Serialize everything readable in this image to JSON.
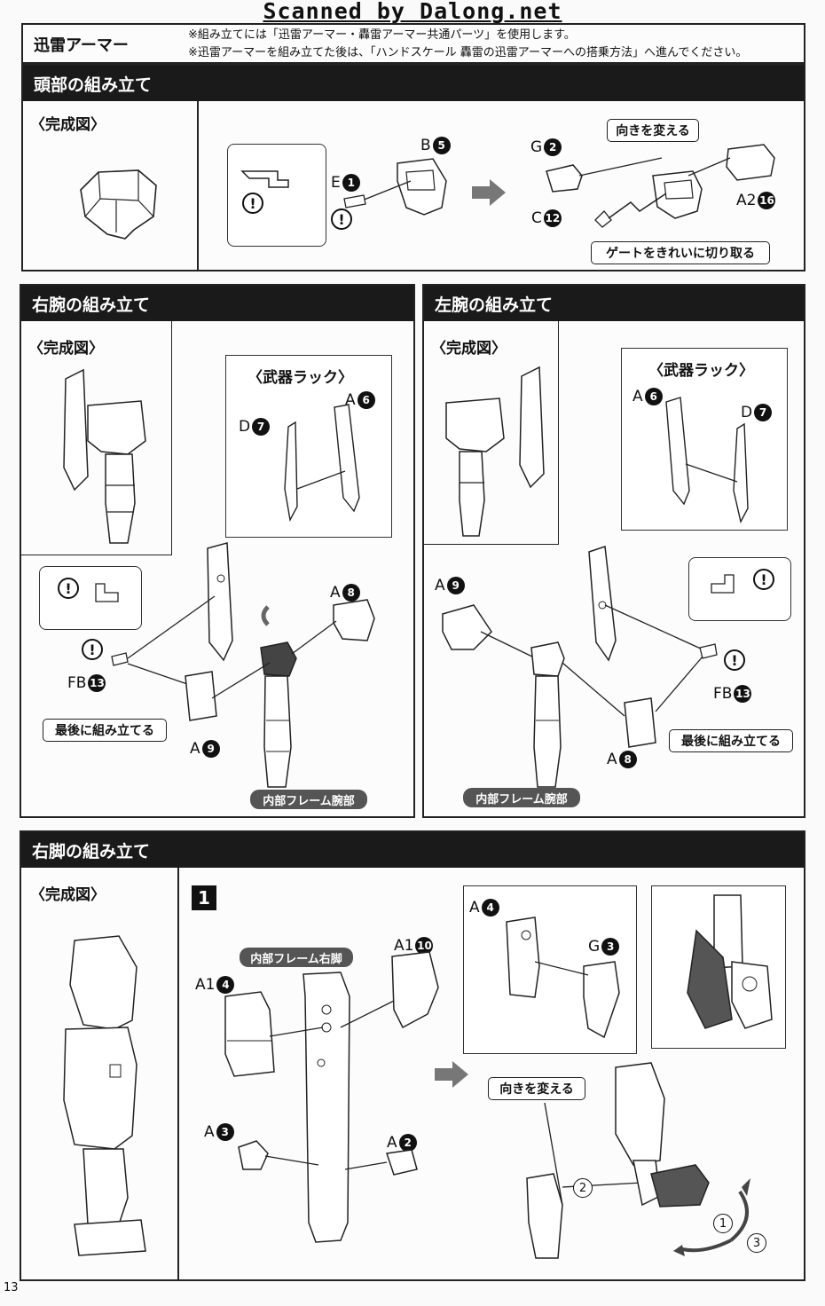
{
  "watermark": "Scanned by Dalong.net",
  "header": {
    "title": "迅雷アーマー",
    "note1": "※組み立てには「迅雷アーマー・轟雷アーマー共通パーツ」を使用します。",
    "note2": "※迅雷アーマーを組み立てた後は、「ハンドスケール 轟雷の迅雷アーマーへの搭乗方法」へ進んでください。"
  },
  "sections": {
    "head": "頭部の組み立て",
    "right_arm": "右腕の組み立て",
    "left_arm": "左腕の組み立て",
    "right_leg": "右脚の組み立て"
  },
  "common": {
    "finished": "〈完成図〉",
    "weapon_rack": "〈武器ラック〉",
    "change_direction": "向きを変える",
    "cut_gate": "ゲートをきれいに切り取る",
    "assemble_last": "最後に組み立てる",
    "arm_frame": "内部フレーム腕部",
    "leg_frame": "内部フレーム右脚",
    "warn_mark": "!"
  },
  "parts": {
    "E": "E",
    "B": "B",
    "G": "G",
    "C": "C",
    "A2": "A2",
    "A": "A",
    "D": "D",
    "FB": "FB",
    "A1": "A1",
    "n1": "1",
    "n2": "2",
    "n3": "3",
    "n4": "4",
    "n5": "5",
    "n6": "6",
    "n7": "7",
    "n8": "8",
    "n9": "9",
    "n10": "10",
    "n12": "12",
    "n13": "13",
    "n16": "16"
  },
  "step": {
    "number": "1",
    "s1": "1",
    "s2": "2",
    "s3": "3"
  },
  "page_number": "13",
  "colors": {
    "bar": "#1a1a1a",
    "pill": "#555555",
    "part_dark": "#444444"
  }
}
